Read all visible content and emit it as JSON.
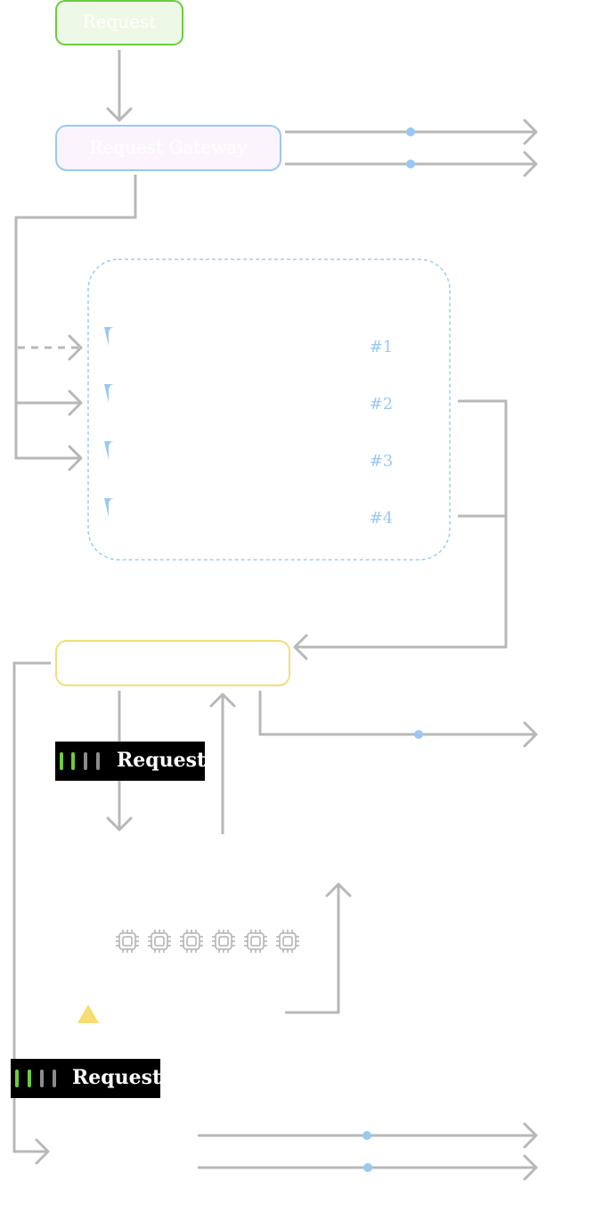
{
  "nodes": {
    "request": {
      "label": "Request"
    },
    "gateway": {
      "label": "Request Gateway"
    },
    "router": {
      "label": ""
    }
  },
  "cluster": {
    "items": [
      {
        "label": "#1"
      },
      {
        "label": "#2"
      },
      {
        "label": "#3"
      },
      {
        "label": "#4"
      }
    ]
  },
  "badges": {
    "top": {
      "label": "Request",
      "bars": [
        "#6ccc3e",
        "#6ccc3e",
        "#8c8c8c",
        "#8c8c8c"
      ]
    },
    "bottom": {
      "label": "Request",
      "bars": [
        "#6ccc3e",
        "#6ccc3e",
        "#8c8c8c",
        "#8c8c8c"
      ]
    }
  },
  "chip_icons": [
    "chip-icon",
    "chip-icon",
    "chip-icon",
    "chip-icon",
    "chip-icon",
    "chip-icon"
  ],
  "colors": {
    "edge": "#b8b8b8",
    "dot": "#9bc8f2",
    "request_border": "#6ccc3e",
    "request_fill": "#eef8e6",
    "gateway_border": "#9bc8f2",
    "gateway_fill": "#fbf4fd",
    "router_border": "#f4dd7a",
    "cluster_border": "#9bd0ee",
    "warning": "#f6dc72",
    "badge_bg": "#000000"
  }
}
